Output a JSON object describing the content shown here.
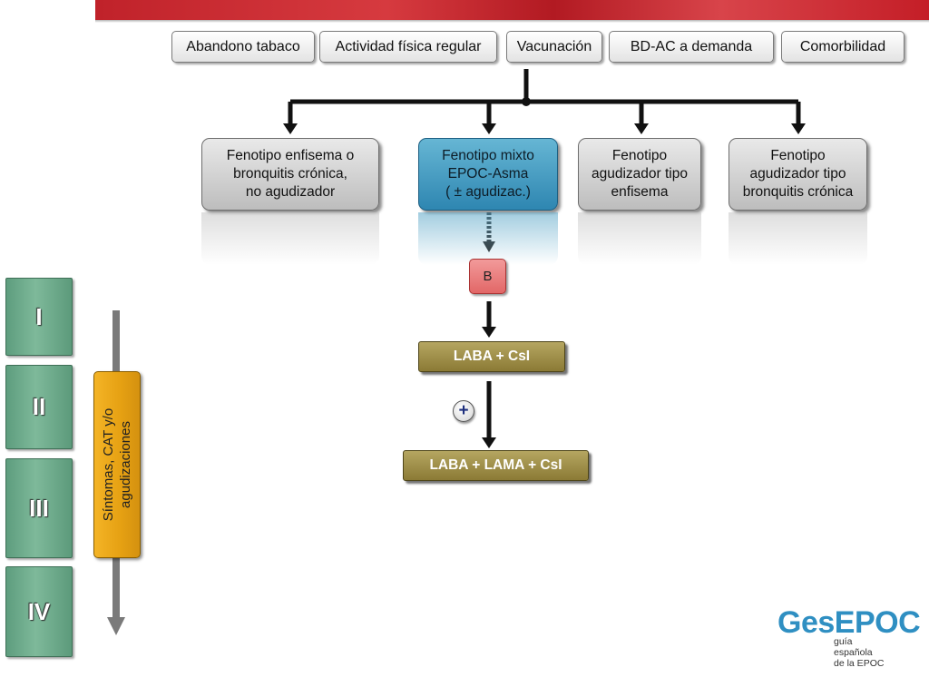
{
  "top_actions": [
    {
      "label": "Abandono tabaco"
    },
    {
      "label": "Actividad física regular"
    },
    {
      "label": "Vacunación"
    },
    {
      "label": "BD-AC a demanda"
    },
    {
      "label": "Comorbilidad"
    }
  ],
  "phenotypes": [
    {
      "label": "Fenotipo enfisema o\nbronquitis crónica,\nno agudizador"
    },
    {
      "label": "Fenotipo mixto\nEPOC-Asma\n( ± agudizac.)"
    },
    {
      "label": "Fenotipo\nagudizador tipo\nenfisema"
    },
    {
      "label": "Fenotipo\nagudizador tipo\nbronquitis crónica"
    }
  ],
  "treatment": {
    "phenotype_code": "B",
    "step1": "LABA + CsI",
    "step_add": "+",
    "step2": "LABA + LAMA + CsI"
  },
  "levels": [
    "I",
    "II",
    "III",
    "IV"
  ],
  "severity_axis": {
    "label": "Síntomas, CAT y/o\nagudizaciones"
  },
  "logo": {
    "name": "GesEPOC",
    "tagline": "guía\nespañola\nde la EPOC"
  },
  "colors": {
    "banner": "#c41e27",
    "highlight_phenotype": "#3f93bd",
    "treatment_box": "#a09044",
    "phenotype_code_box": "#e87878",
    "level_box": "#6aa888",
    "severity_box": "#eda81a",
    "logo": "#2f8fc2"
  }
}
